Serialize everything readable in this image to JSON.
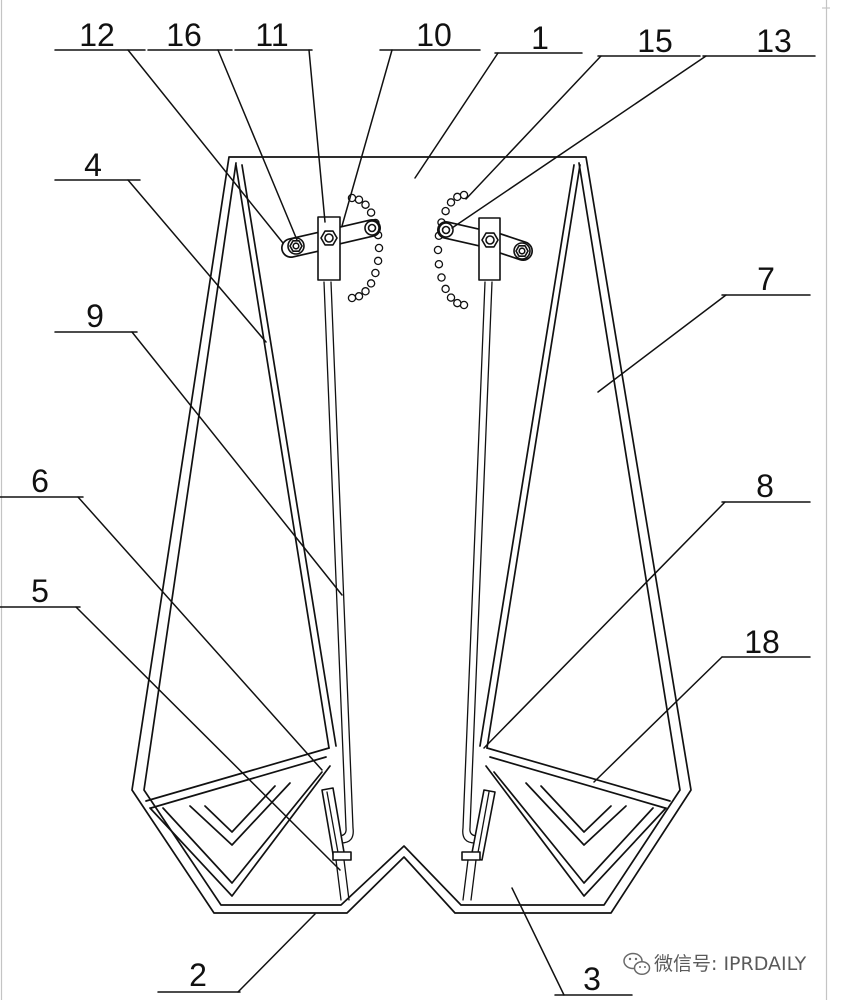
{
  "labels": [
    "12",
    "16",
    "11",
    "10",
    "1",
    "15",
    "13",
    "4",
    "7",
    "9",
    "6",
    "8",
    "5",
    "18",
    "2",
    "3"
  ],
  "watermark": {
    "icon": "wechat-icon",
    "text": "微信号: IPRDAILY"
  },
  "colors": {
    "line": "#111111",
    "watermark": "#5a5a5a"
  }
}
